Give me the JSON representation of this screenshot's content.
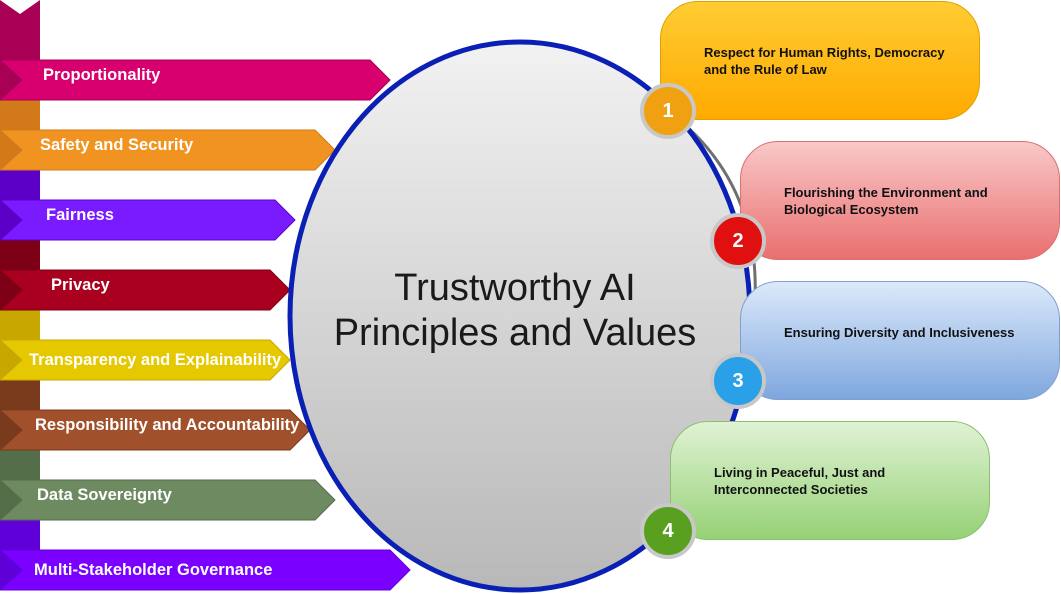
{
  "center": {
    "line1": "Trustworthy AI",
    "line2": "Principles and Values"
  },
  "principles": [
    {
      "label": "Proportionality",
      "color": "#d8006e",
      "bar": "#a80055"
    },
    {
      "label": "Safety and Security",
      "color": "#f19320",
      "bar": "#d27a1a"
    },
    {
      "label": "Fairness",
      "color": "#7a1aff",
      "bar": "#5c00c8"
    },
    {
      "label": "Privacy",
      "color": "#a8001e",
      "bar": "#7d0016"
    },
    {
      "label": "Transparency and Explainability",
      "color": "#e5c800",
      "bar": "#c8a800"
    },
    {
      "label": "Responsibility and Accountability",
      "color": "#a0502a",
      "bar": "#7a3a1c"
    },
    {
      "label": "Data Sovereignty",
      "color": "#6e8a60",
      "bar": "#556e4a"
    },
    {
      "label": "Multi-Stakeholder Governance",
      "color": "#7a00ff",
      "bar": "#6000d8"
    }
  ],
  "values": [
    {
      "number": "1",
      "text_line1": "Respect for Human Rights, Democracy",
      "text_line2": "and the Rule of Law",
      "badge_color": "#f0a010",
      "box_top": "#ffcc33",
      "box_bottom": "#ffaa00"
    },
    {
      "number": "2",
      "text_line1": "Flourishing the Environment and",
      "text_line2": "Biological Ecosystem",
      "badge_color": "#e01010",
      "box_top": "#f9c8c8",
      "box_bottom": "#ea6f6f"
    },
    {
      "number": "3",
      "text_line1": "Ensuring Diversity and Inclusiveness",
      "text_line2": "",
      "badge_color": "#2aa0e8",
      "box_top": "#dce9fb",
      "box_bottom": "#7fa7de"
    },
    {
      "number": "4",
      "text_line1": "Living in Peaceful, Just and",
      "text_line2": "Interconnected Societies",
      "badge_color": "#5aa020",
      "box_top": "#e0f2d4",
      "box_bottom": "#96d176"
    }
  ]
}
